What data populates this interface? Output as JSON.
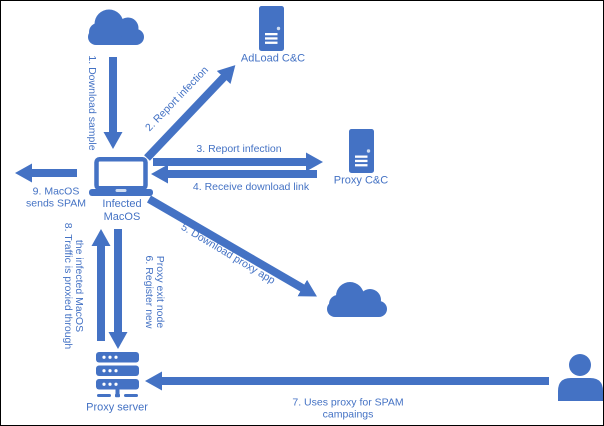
{
  "colors": {
    "accent": "#4472C4",
    "background": "#ffffff",
    "frame_border": "#000000",
    "icon_detail": "#cfddf2"
  },
  "nodes": {
    "cloud_top": {
      "icon": "cloud-icon"
    },
    "adload_cc": {
      "icon": "server-icon",
      "label": "AdLoad C&C"
    },
    "proxy_cc": {
      "icon": "server-icon",
      "label": "Proxy C&C"
    },
    "infected_macos": {
      "icon": "laptop-icon",
      "lines": [
        "Infected",
        "MacOS"
      ]
    },
    "cloud_mid": {
      "icon": "cloud-icon"
    },
    "proxy_server": {
      "icon": "server-rack-icon",
      "label": "Proxy server"
    },
    "spam_operator": {
      "icon": "person-icon"
    }
  },
  "edges": [
    {
      "step": 1,
      "label": "1. Download sample",
      "from": "cloud_top",
      "to": "infected_macos"
    },
    {
      "step": 2,
      "label": "2. Report infection",
      "from": "infected_macos",
      "to": "adload_cc"
    },
    {
      "step": 3,
      "label": "3. Report infection",
      "from": "infected_macos",
      "to": "proxy_cc"
    },
    {
      "step": 4,
      "label": "4. Receive download link",
      "from": "proxy_cc",
      "to": "infected_macos"
    },
    {
      "step": 5,
      "label": "5. Download proxy app",
      "from": "infected_macos",
      "to": "cloud_mid"
    },
    {
      "step": 6,
      "label": "6. Register new Proxy exit node",
      "lines": [
        "6. Register new",
        "Proxy exit node"
      ],
      "from": "infected_macos",
      "to": "proxy_server"
    },
    {
      "step": 7,
      "label": "7. Uses proxy for SPAM campaings",
      "lines": [
        "7. Uses proxy for SPAM",
        "campaings"
      ],
      "from": "spam_operator",
      "to": "proxy_server"
    },
    {
      "step": 8,
      "label": "8. Traffic is proxied through the infected MacOS",
      "lines": [
        "8. Traffic is proxied through",
        "the infected MacOS"
      ],
      "from": "proxy_server",
      "to": "infected_macos"
    },
    {
      "step": 9,
      "label": "9. MacOS sends SPAM",
      "lines": [
        "9. MacOS",
        "sends SPAM"
      ],
      "from": "infected_macos",
      "to": "offscreen_left"
    }
  ]
}
